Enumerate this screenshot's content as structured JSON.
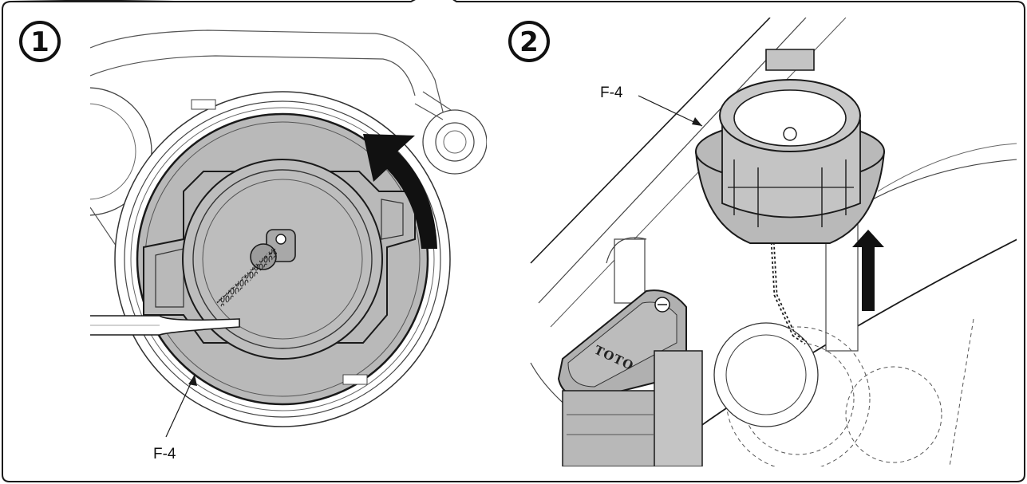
{
  "panels": [
    {
      "step": "1",
      "callout": "F-4",
      "instruction_arrow": "rotate-counterclockwise-arrow"
    },
    {
      "step": "2",
      "callout": "F-4",
      "instruction_arrow": "lift-up-arrow",
      "brand": "TOTO"
    }
  ],
  "colors": {
    "outline": "#1a1a1a",
    "part_fill": "#b9b9b9",
    "part_fill_dark": "#9c9c9c",
    "arrow": "#111111",
    "frame_bg": "#ffffff"
  }
}
